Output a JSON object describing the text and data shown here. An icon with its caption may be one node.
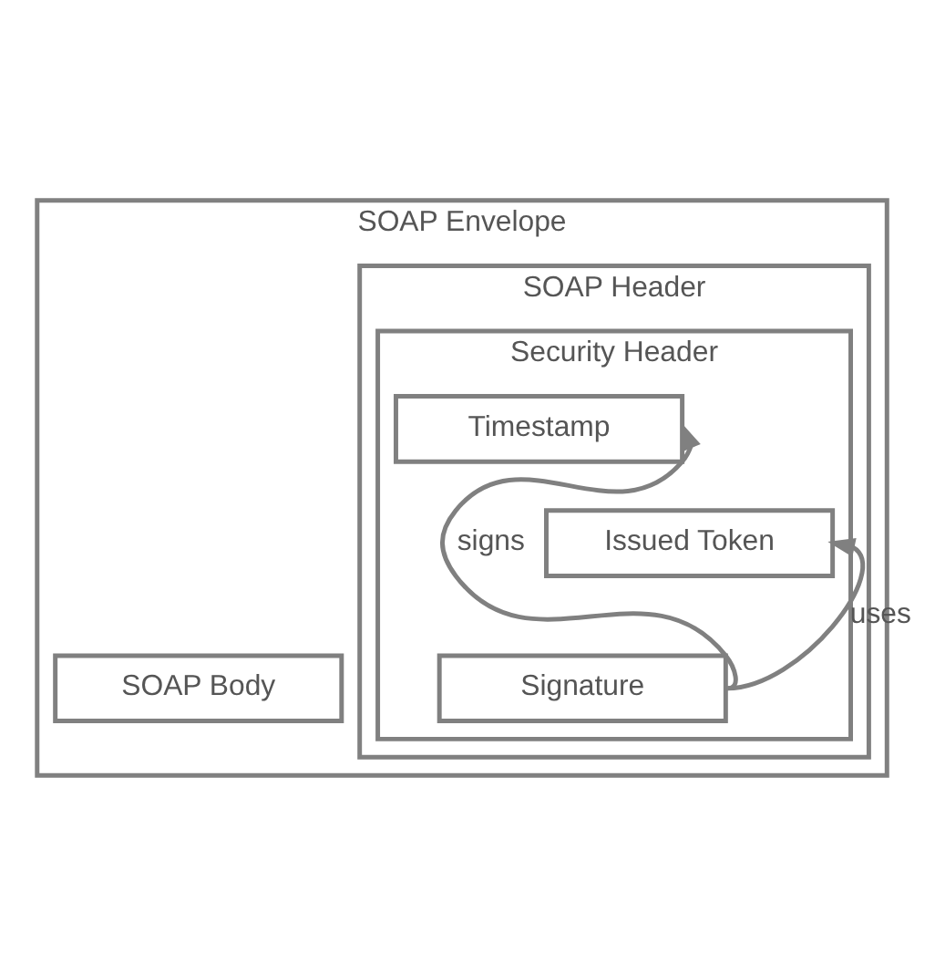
{
  "diagram": {
    "nodes": [
      {
        "text": [
          "SOAP Envelope"
        ]
      },
      {
        "text": [
          "SOAP Header"
        ],
        "in": 0
      },
      {
        "text": [
          "Security Header"
        ],
        "in": 1
      },
      {
        "text": [
          "Timestamp"
        ],
        "in": 2
      },
      {
        "text": [
          "Issued Token"
        ],
        "in": 2
      },
      {
        "text": [
          "Signature"
        ],
        "in": 2
      },
      {
        "text": [
          "SOAP Body"
        ],
        "in": 0
      }
    ],
    "edges": [
      {
        "from": 5,
        "to": 3,
        "arrow": "to",
        "label": "signs"
      },
      {
        "from": 5,
        "to": 4,
        "arrow": "to",
        "label": "uses"
      }
    ]
  }
}
